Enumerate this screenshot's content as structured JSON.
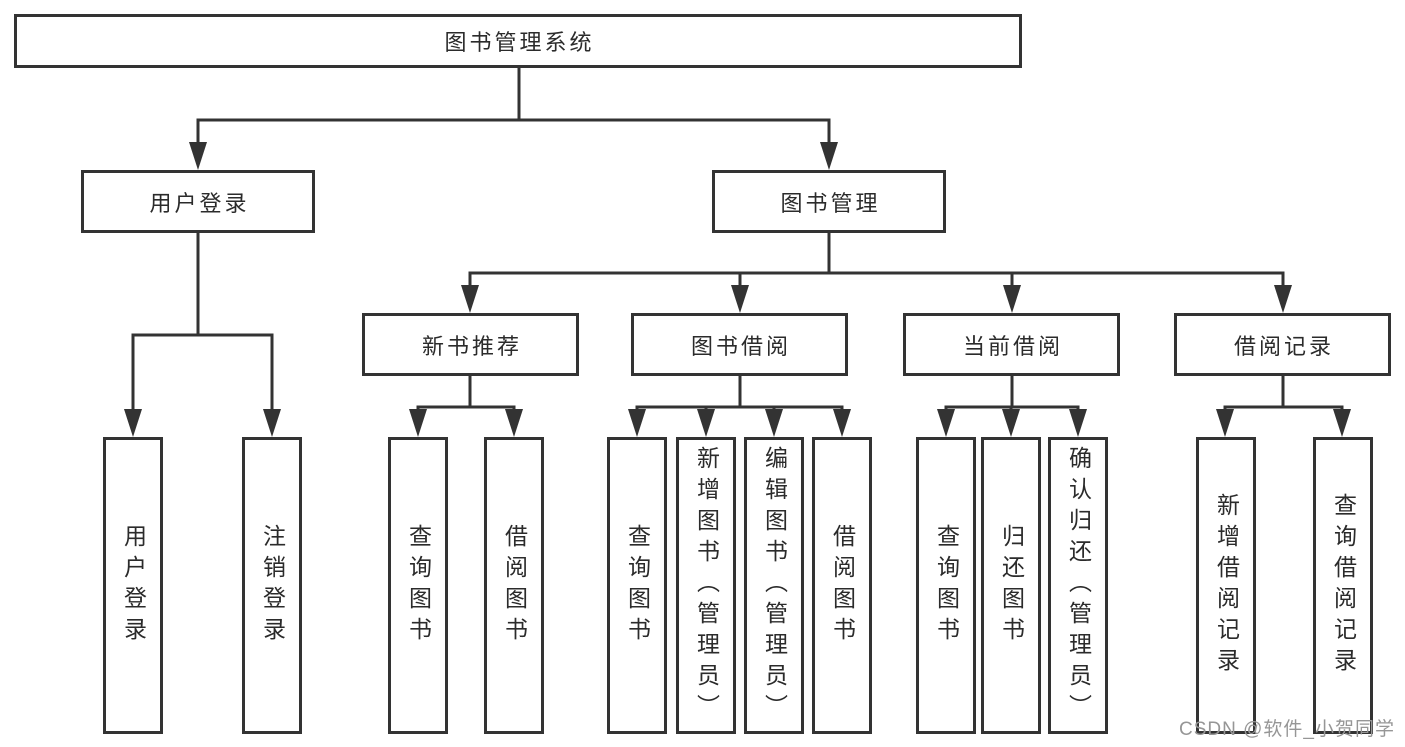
{
  "diagram": {
    "title": "图书管理系统",
    "root": {
      "label": "图书管理系统"
    },
    "level2": [
      {
        "label": "用户登录"
      },
      {
        "label": "图书管理"
      }
    ],
    "level3": [
      {
        "label": "新书推荐"
      },
      {
        "label": "图书借阅"
      },
      {
        "label": "当前借阅"
      },
      {
        "label": "借阅记录"
      }
    ],
    "leaves": [
      {
        "parent": "用户登录",
        "label": "用户登录"
      },
      {
        "parent": "用户登录",
        "label": "注销登录"
      },
      {
        "parent": "新书推荐",
        "label": "查询图书"
      },
      {
        "parent": "新书推荐",
        "label": "借阅图书"
      },
      {
        "parent": "图书借阅",
        "label": "查询图书"
      },
      {
        "parent": "图书借阅",
        "label": "新增图书（管理员）"
      },
      {
        "parent": "图书借阅",
        "label": "编辑图书（管理员）"
      },
      {
        "parent": "图书借阅",
        "label": "借阅图书"
      },
      {
        "parent": "当前借阅",
        "label": "查询图书"
      },
      {
        "parent": "当前借阅",
        "label": "归还图书"
      },
      {
        "parent": "当前借阅",
        "label": "确认归还（管理员）"
      },
      {
        "parent": "借阅记录",
        "label": "新增借阅记录"
      },
      {
        "parent": "借阅记录",
        "label": "查询借阅记录"
      }
    ],
    "colors": {
      "line": "#333333",
      "border": "#333333",
      "text": "#2b2b2b",
      "background": "#ffffff",
      "watermark": "#969696"
    },
    "watermark": "CSDN @软件_小贺同学"
  }
}
